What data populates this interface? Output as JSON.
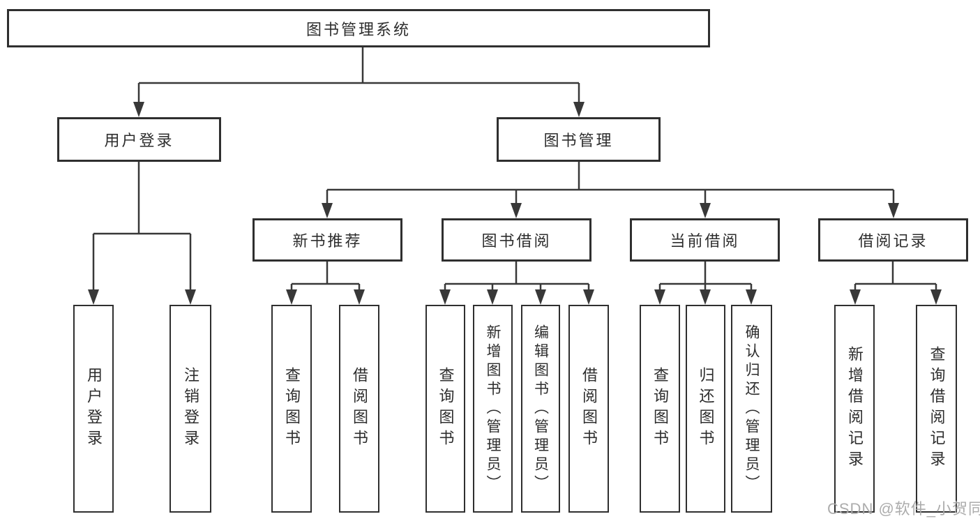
{
  "diagram": {
    "type": "hierarchy-tree",
    "colors": {
      "background": "#ffffff",
      "line": "#383838",
      "box_border": "#2f2f2f",
      "text": "#2d2d2d",
      "watermark": "#a8a8a8"
    },
    "tree": {
      "root": {
        "label": "图书管理系统",
        "children": [
          {
            "label": "用户登录",
            "children": [
              {
                "label": "用户登录"
              },
              {
                "label": "注销登录"
              }
            ]
          },
          {
            "label": "图书管理",
            "children": [
              {
                "label": "新书推荐",
                "children": [
                  {
                    "label": "查询图书"
                  },
                  {
                    "label": "借阅图书"
                  }
                ]
              },
              {
                "label": "图书借阅",
                "children": [
                  {
                    "label": "查询图书"
                  },
                  {
                    "label": "新增图书（管理员）"
                  },
                  {
                    "label": "编辑图书（管理员）"
                  },
                  {
                    "label": "借阅图书"
                  }
                ]
              },
              {
                "label": "当前借阅",
                "children": [
                  {
                    "label": "查询图书"
                  },
                  {
                    "label": "归还图书"
                  },
                  {
                    "label": "确认归还（管理员）"
                  }
                ]
              },
              {
                "label": "借阅记录",
                "children": [
                  {
                    "label": "新增借阅记录"
                  },
                  {
                    "label": "查询借阅记录"
                  }
                ]
              }
            ]
          }
        ]
      }
    },
    "watermark": {
      "text": "CSDN @软件_小贺同学"
    }
  }
}
